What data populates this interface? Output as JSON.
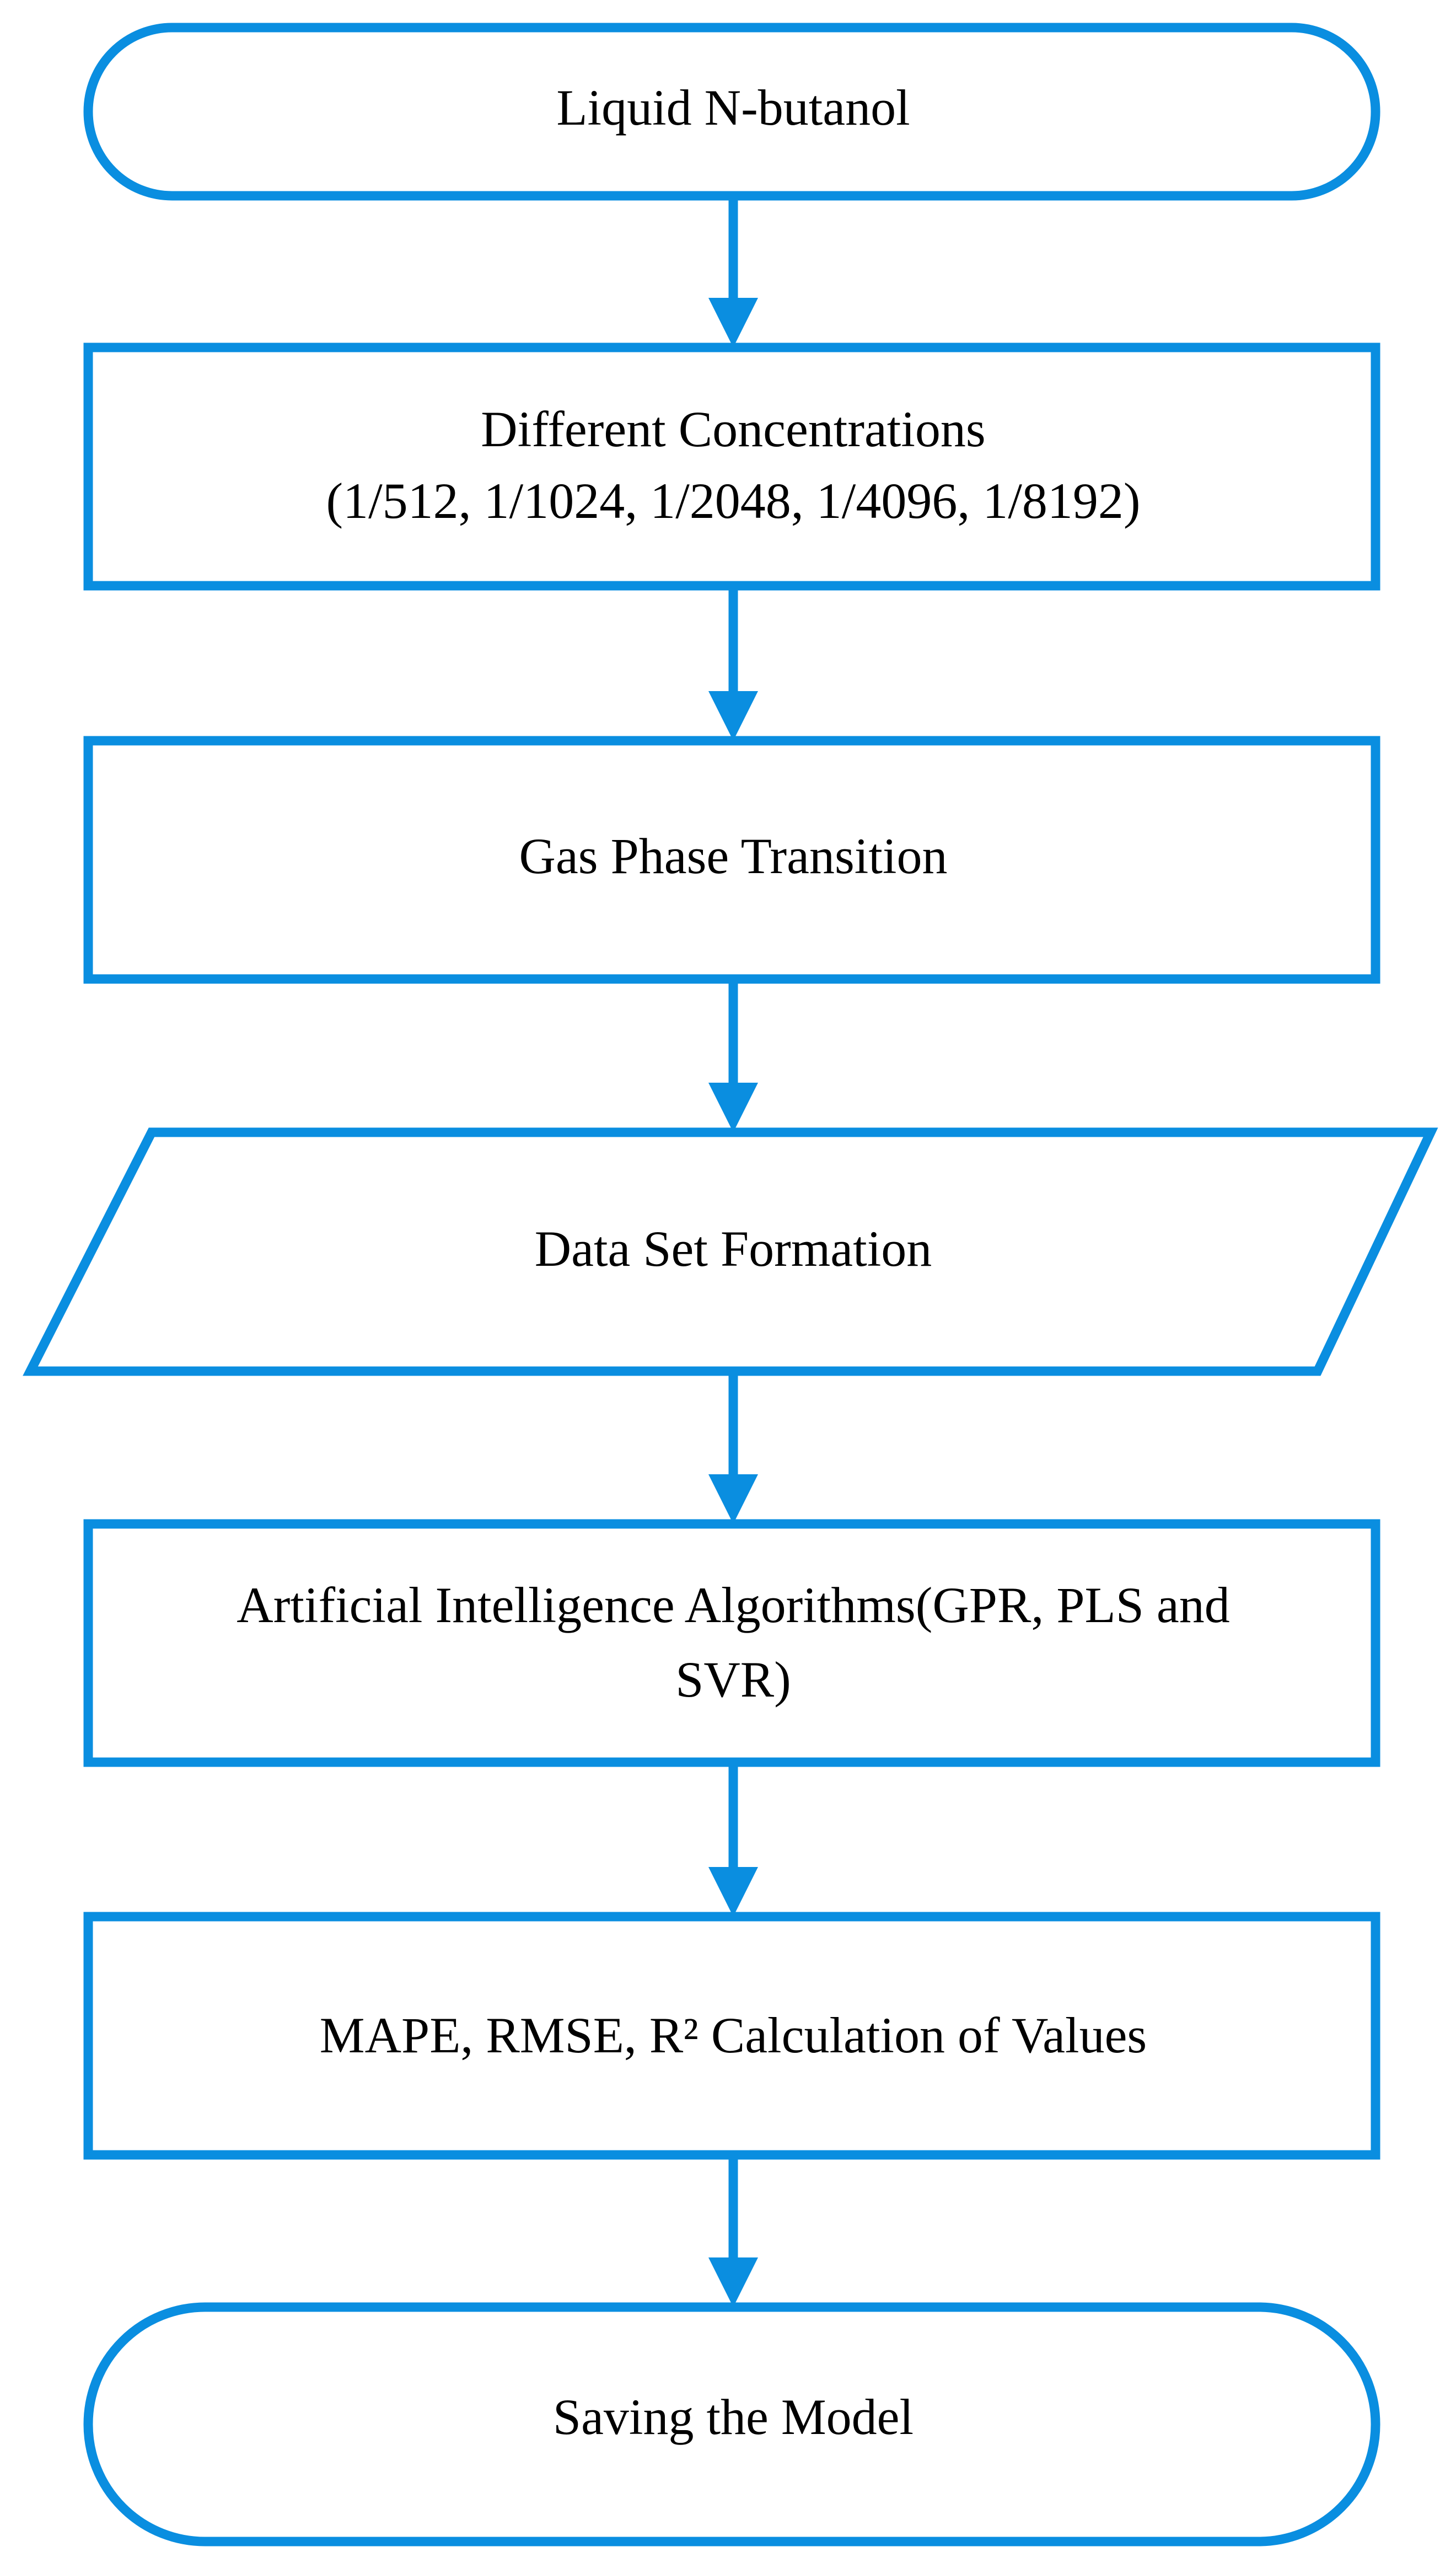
{
  "flowchart": {
    "accent_color": "#0a8ee0",
    "nodes": [
      {
        "id": "start",
        "shape": "terminal",
        "lines": [
          "Liquid N-butanol"
        ]
      },
      {
        "id": "concentrations",
        "shape": "process",
        "lines": [
          "Different Concentrations",
          "(1/512, 1/1024, 1/2048, 1/4096, 1/8192)"
        ]
      },
      {
        "id": "gas-phase",
        "shape": "process",
        "lines": [
          "Gas Phase Transition"
        ]
      },
      {
        "id": "dataset",
        "shape": "data",
        "lines": [
          "Data Set Formation"
        ]
      },
      {
        "id": "algorithms",
        "shape": "process",
        "lines": [
          "Artificial Intelligence Algorithms(GPR, PLS and",
          "SVR)"
        ]
      },
      {
        "id": "metrics",
        "shape": "process",
        "lines": [
          "MAPE, RMSE, R² Calculation of Values"
        ]
      },
      {
        "id": "end",
        "shape": "terminal",
        "lines": [
          "Saving the Model"
        ]
      }
    ],
    "edges": [
      {
        "from": "start",
        "to": "concentrations"
      },
      {
        "from": "concentrations",
        "to": "gas-phase"
      },
      {
        "from": "gas-phase",
        "to": "dataset"
      },
      {
        "from": "dataset",
        "to": "algorithms"
      },
      {
        "from": "algorithms",
        "to": "metrics"
      },
      {
        "from": "metrics",
        "to": "end"
      }
    ]
  }
}
